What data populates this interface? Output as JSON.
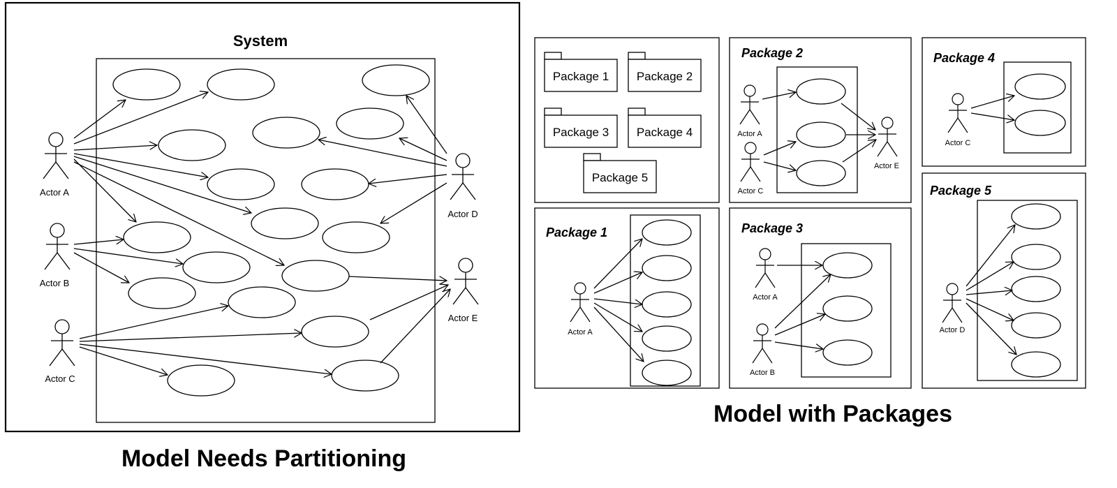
{
  "left": {
    "system_label": "System",
    "caption": "Model Needs Partitioning",
    "actors": {
      "a": "Actor A",
      "b": "Actor B",
      "c": "Actor C",
      "d": "Actor D",
      "e": "Actor E"
    }
  },
  "right": {
    "caption": "Model with Packages",
    "overview_packages": [
      "Package 1",
      "Package 2",
      "Package 3",
      "Package 4",
      "Package 5"
    ],
    "package_titles": {
      "p1": "Package 1",
      "p2": "Package 2",
      "p3": "Package 3",
      "p4": "Package 4",
      "p5": "Package 5"
    },
    "actors": {
      "p1_a": "Actor A",
      "p2_a": "Actor A",
      "p2_c": "Actor C",
      "p2_e": "Actor E",
      "p3_a": "Actor A",
      "p3_b": "Actor B",
      "p4_c": "Actor C",
      "p5_d": "Actor D"
    }
  }
}
